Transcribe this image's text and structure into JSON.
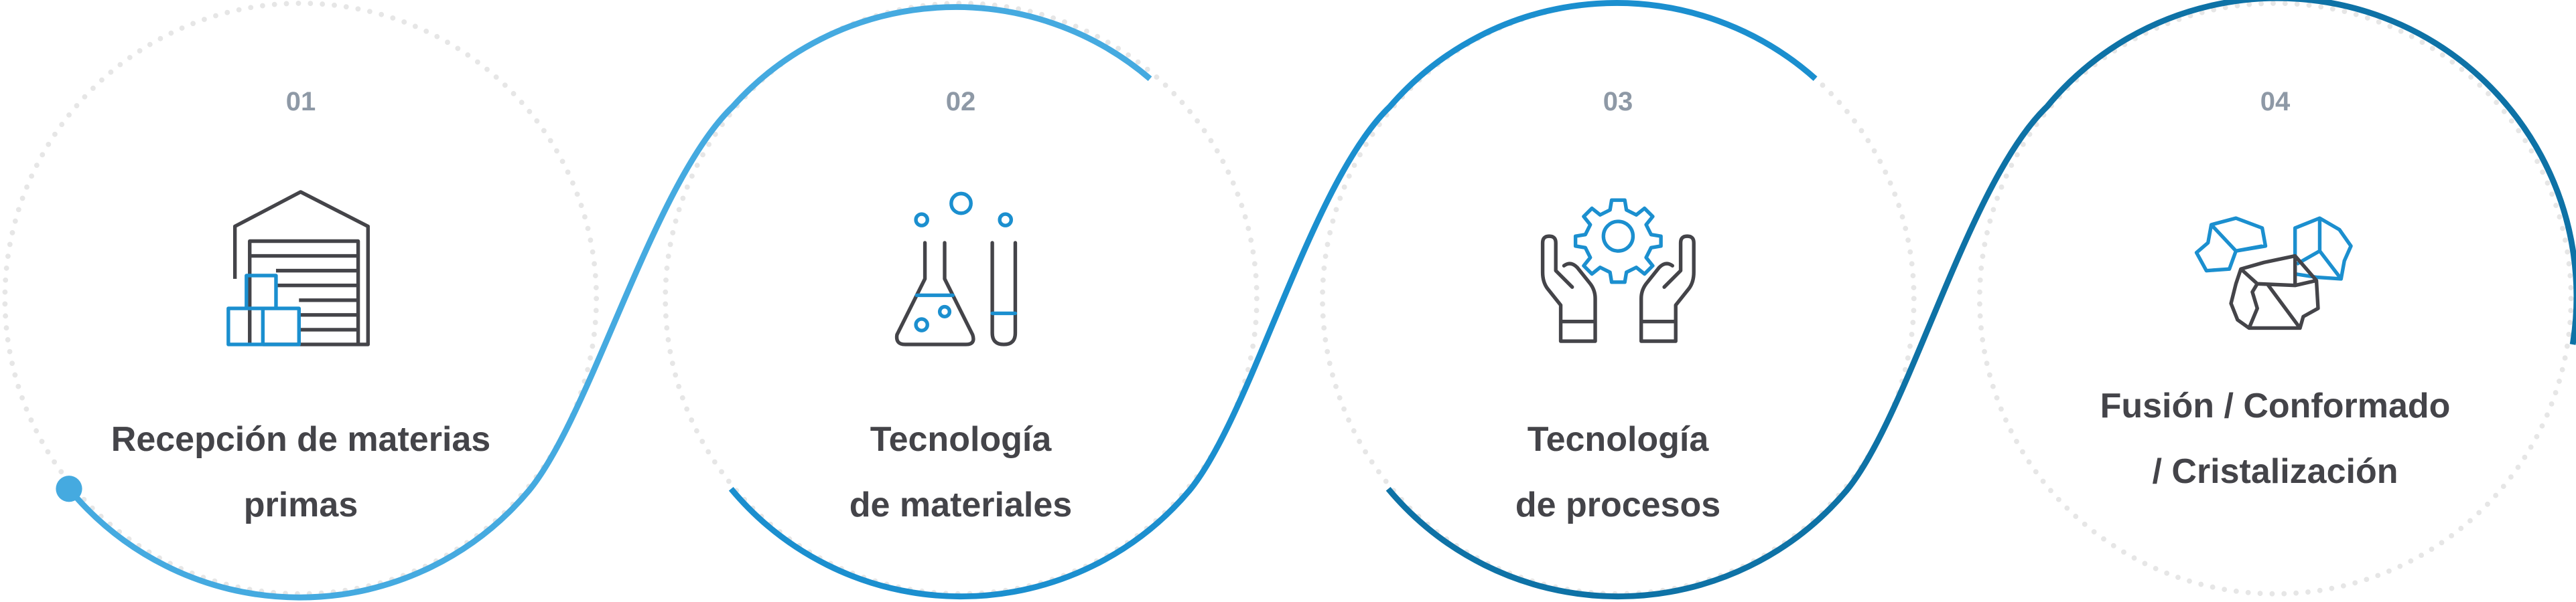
{
  "steps": [
    {
      "number": "01",
      "title_line1": "Recepción de materias",
      "title_line2": "primas",
      "icon": "warehouse-icon"
    },
    {
      "number": "02",
      "title_line1": "Tecnología",
      "title_line2": "de materiales",
      "icon": "laboratory-flask-icon"
    },
    {
      "number": "03",
      "title_line1": "Tecnología",
      "title_line2": "de procesos",
      "icon": "hands-gear-icon"
    },
    {
      "number": "04",
      "title_line1": "Fusión / Conformado",
      "title_line2": "/ Cristalización",
      "icon": "raw-stones-icon"
    }
  ],
  "colors": {
    "wave1": "#45aae0",
    "wave2": "#1b8fcf",
    "wave3": "#0e72a6",
    "dots": "#e6e6e6",
    "number": "#8e99a6",
    "title": "#444449",
    "icon_dark": "#444449",
    "icon_accent": "#1b8fcf"
  }
}
